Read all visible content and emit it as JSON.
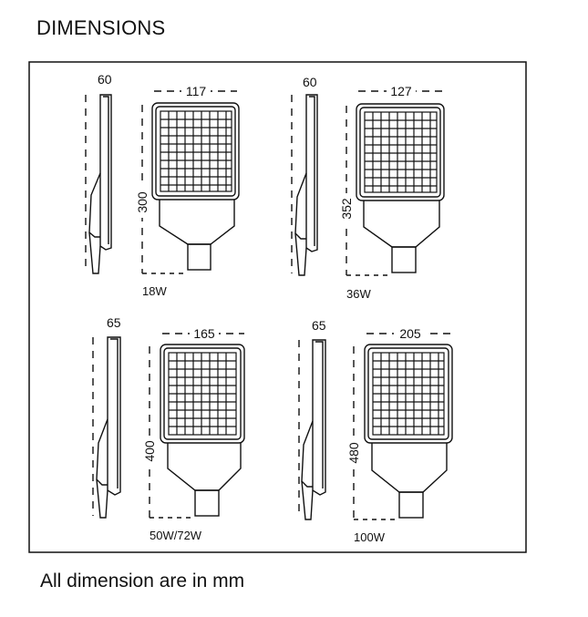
{
  "heading": "DIMENSIONS",
  "footnote": "All dimension are in mm",
  "lamps": [
    {
      "watt": "18W",
      "depth": "60",
      "width": "117",
      "height": "300"
    },
    {
      "watt": "36W",
      "depth": "60",
      "width": "127",
      "height": "352"
    },
    {
      "watt": "50W/72W",
      "depth": "65",
      "width": "165",
      "height": "400"
    },
    {
      "watt": "100W",
      "depth": "65",
      "width": "205",
      "height": "480"
    }
  ]
}
